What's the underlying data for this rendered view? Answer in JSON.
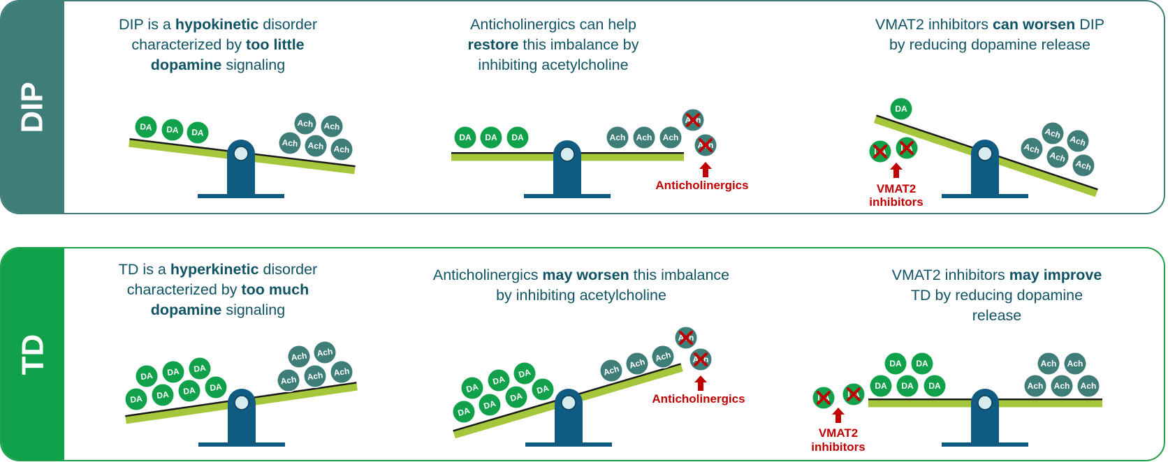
{
  "rows": {
    "dip": {
      "label": "DIP",
      "captions": [
        {
          "t1": "DIP is a ",
          "b1": "hypokinetic",
          "t2": " disorder characterized by ",
          "b2": "too little dopamine",
          "t3": " signaling"
        },
        {
          "t1": "Anticholinergics can help ",
          "b1": "restore",
          "t2": " this imbalance by inhibiting acetylcholine",
          "b2": "",
          "t3": ""
        },
        {
          "t1": "VMAT2 inhibitors ",
          "b1": "can worsen",
          "t2": " DIP by reducing dopamine release",
          "b2": "",
          "t3": ""
        }
      ]
    },
    "td": {
      "label": "TD",
      "captions": [
        {
          "t1": "TD is a ",
          "b1": "hyperkinetic",
          "t2": " disorder characterized by ",
          "b2": "too much dopamine",
          "t3": " signaling"
        },
        {
          "t1": "Anticholinergics ",
          "b1": "may worsen",
          "t2": " this imbalance by inhibiting acetylcholine",
          "b2": "",
          "t3": ""
        },
        {
          "t1": "VMAT2 inhibitors ",
          "b1": "may improve",
          "t2": " TD by reducing dopamine release",
          "b2": "",
          "t3": ""
        }
      ]
    }
  },
  "tokens": {
    "dopamine": "DA",
    "acetylcholine": "Ach"
  },
  "drug_labels": {
    "anticholinergics": "Anticholinergics",
    "vmat2_line1": "VMAT2",
    "vmat2_line2": "inhibitors"
  },
  "colors": {
    "dip_accent": "#3e7d78",
    "td_accent": "#12a14b",
    "caption_text": "#0f5364",
    "dopamine_token": "#12a14b",
    "acetylcholine_token": "#3e7d78",
    "beam": "#a6c73c",
    "fulcrum": "#0f5b82",
    "inhibit_red": "#c00000"
  },
  "icons": {
    "inhibited_marker": "red-x-icon",
    "drug_action": "red-up-arrow-icon"
  }
}
